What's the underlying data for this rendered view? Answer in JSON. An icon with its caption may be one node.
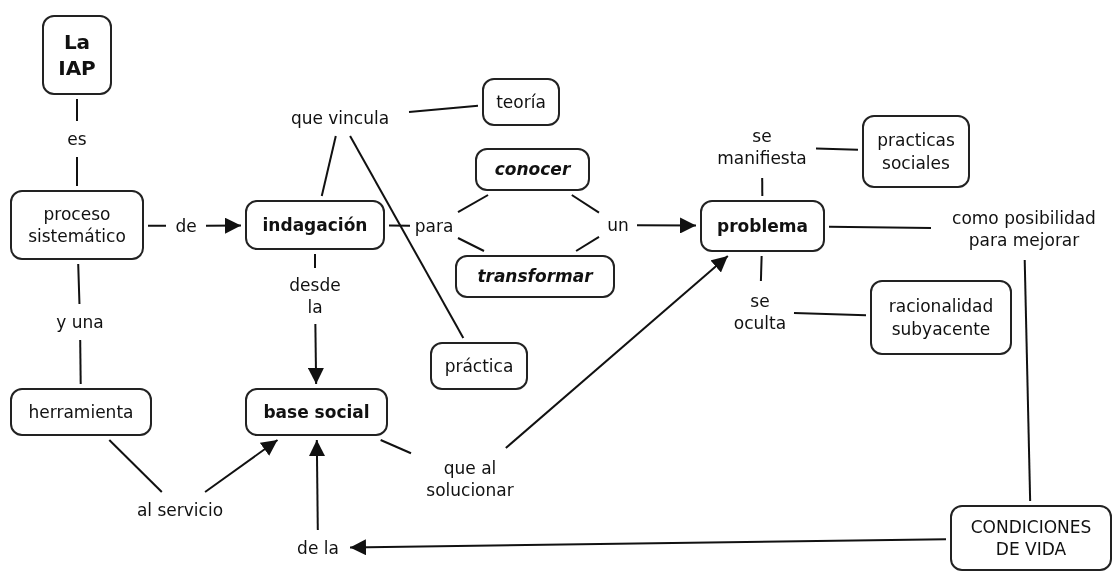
{
  "diagram": {
    "nodes": [
      {
        "text": [
          "La IAP"
        ]
      },
      {
        "text": [
          "es"
        ]
      },
      {
        "text": [
          "proceso sistemático"
        ]
      },
      {
        "text": [
          "de"
        ]
      },
      {
        "text": [
          "indagación"
        ]
      },
      {
        "text": [
          "que vincula"
        ]
      },
      {
        "text": [
          "teoría"
        ]
      },
      {
        "text": [
          "conocer"
        ]
      },
      {
        "text": [
          "transformar"
        ]
      },
      {
        "text": [
          "para"
        ]
      },
      {
        "text": [
          "un"
        ]
      },
      {
        "text": [
          "problema"
        ]
      },
      {
        "text": [
          "se manifiesta"
        ]
      },
      {
        "text": [
          "practicas sociales"
        ]
      },
      {
        "text": [
          "se oculta"
        ]
      },
      {
        "text": [
          "racionalidad subyacente"
        ]
      },
      {
        "text": [
          "como posibilidad para mejorar"
        ]
      },
      {
        "text": [
          "desde la"
        ]
      },
      {
        "text": [
          "práctica"
        ]
      },
      {
        "text": [
          "y una"
        ]
      },
      {
        "text": [
          "herramienta"
        ]
      },
      {
        "text": [
          "base social"
        ]
      },
      {
        "text": [
          "que al solucionar"
        ]
      },
      {
        "text": [
          "al servicio"
        ]
      },
      {
        "text": [
          "de la"
        ]
      },
      {
        "text": [
          "CONDICIONES DE VIDA"
        ]
      }
    ],
    "edges": [
      {
        "from": 0,
        "to": 1,
        "arrow": "none"
      },
      {
        "from": 1,
        "to": 2,
        "arrow": "none"
      },
      {
        "from": 2,
        "to": 3,
        "arrow": "none"
      },
      {
        "from": 3,
        "to": 4,
        "arrow": "to"
      },
      {
        "from": 4,
        "to": 5,
        "arrow": "none"
      },
      {
        "from": 5,
        "to": 6,
        "arrow": "none"
      },
      {
        "from": 5,
        "to": 18,
        "arrow": "none"
      },
      {
        "from": 4,
        "to": 9,
        "arrow": "none"
      },
      {
        "from": 9,
        "to": 7,
        "arrow": "none"
      },
      {
        "from": 9,
        "to": 8,
        "arrow": "none"
      },
      {
        "from": 7,
        "to": 10,
        "arrow": "none"
      },
      {
        "from": 8,
        "to": 10,
        "arrow": "none"
      },
      {
        "from": 10,
        "to": 11,
        "arrow": "to"
      },
      {
        "from": 11,
        "to": 12,
        "arrow": "none"
      },
      {
        "from": 12,
        "to": 13,
        "arrow": "none"
      },
      {
        "from": 11,
        "to": 14,
        "arrow": "none"
      },
      {
        "from": 14,
        "to": 15,
        "arrow": "none"
      },
      {
        "from": 11,
        "to": 16,
        "arrow": "none"
      },
      {
        "from": 16,
        "to": 25,
        "arrow": "none"
      },
      {
        "from": 25,
        "to": 24,
        "arrow": "to"
      },
      {
        "from": 24,
        "to": 21,
        "arrow": "to"
      },
      {
        "from": 4,
        "to": 17,
        "arrow": "none"
      },
      {
        "from": 17,
        "to": 21,
        "arrow": "to"
      },
      {
        "from": 2,
        "to": 19,
        "arrow": "none"
      },
      {
        "from": 19,
        "to": 20,
        "arrow": "none"
      },
      {
        "from": 20,
        "to": 23,
        "arrow": "none"
      },
      {
        "from": 23,
        "to": 21,
        "arrow": "to"
      },
      {
        "from": 21,
        "to": 22,
        "arrow": "none"
      },
      {
        "from": 22,
        "to": 11,
        "arrow": "to"
      }
    ]
  }
}
